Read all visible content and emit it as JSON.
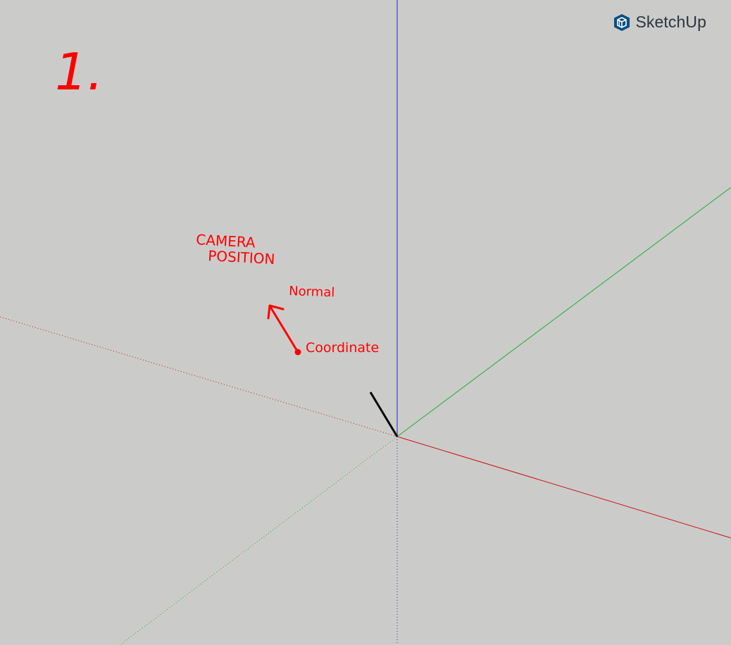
{
  "app": {
    "name": "SketchUp",
    "brand_color": "#0b4f82"
  },
  "axes": {
    "red_color": "#cc1010",
    "green_color": "#22aa33",
    "blue_color": "#2222bb"
  },
  "annotations": {
    "step_number": "1.",
    "camera_label_line1": "CAMERA",
    "camera_label_line2": "POSITION",
    "normal_label": "Normal",
    "coordinate_label": "Coordinate",
    "ink_color": "#ff0000"
  }
}
